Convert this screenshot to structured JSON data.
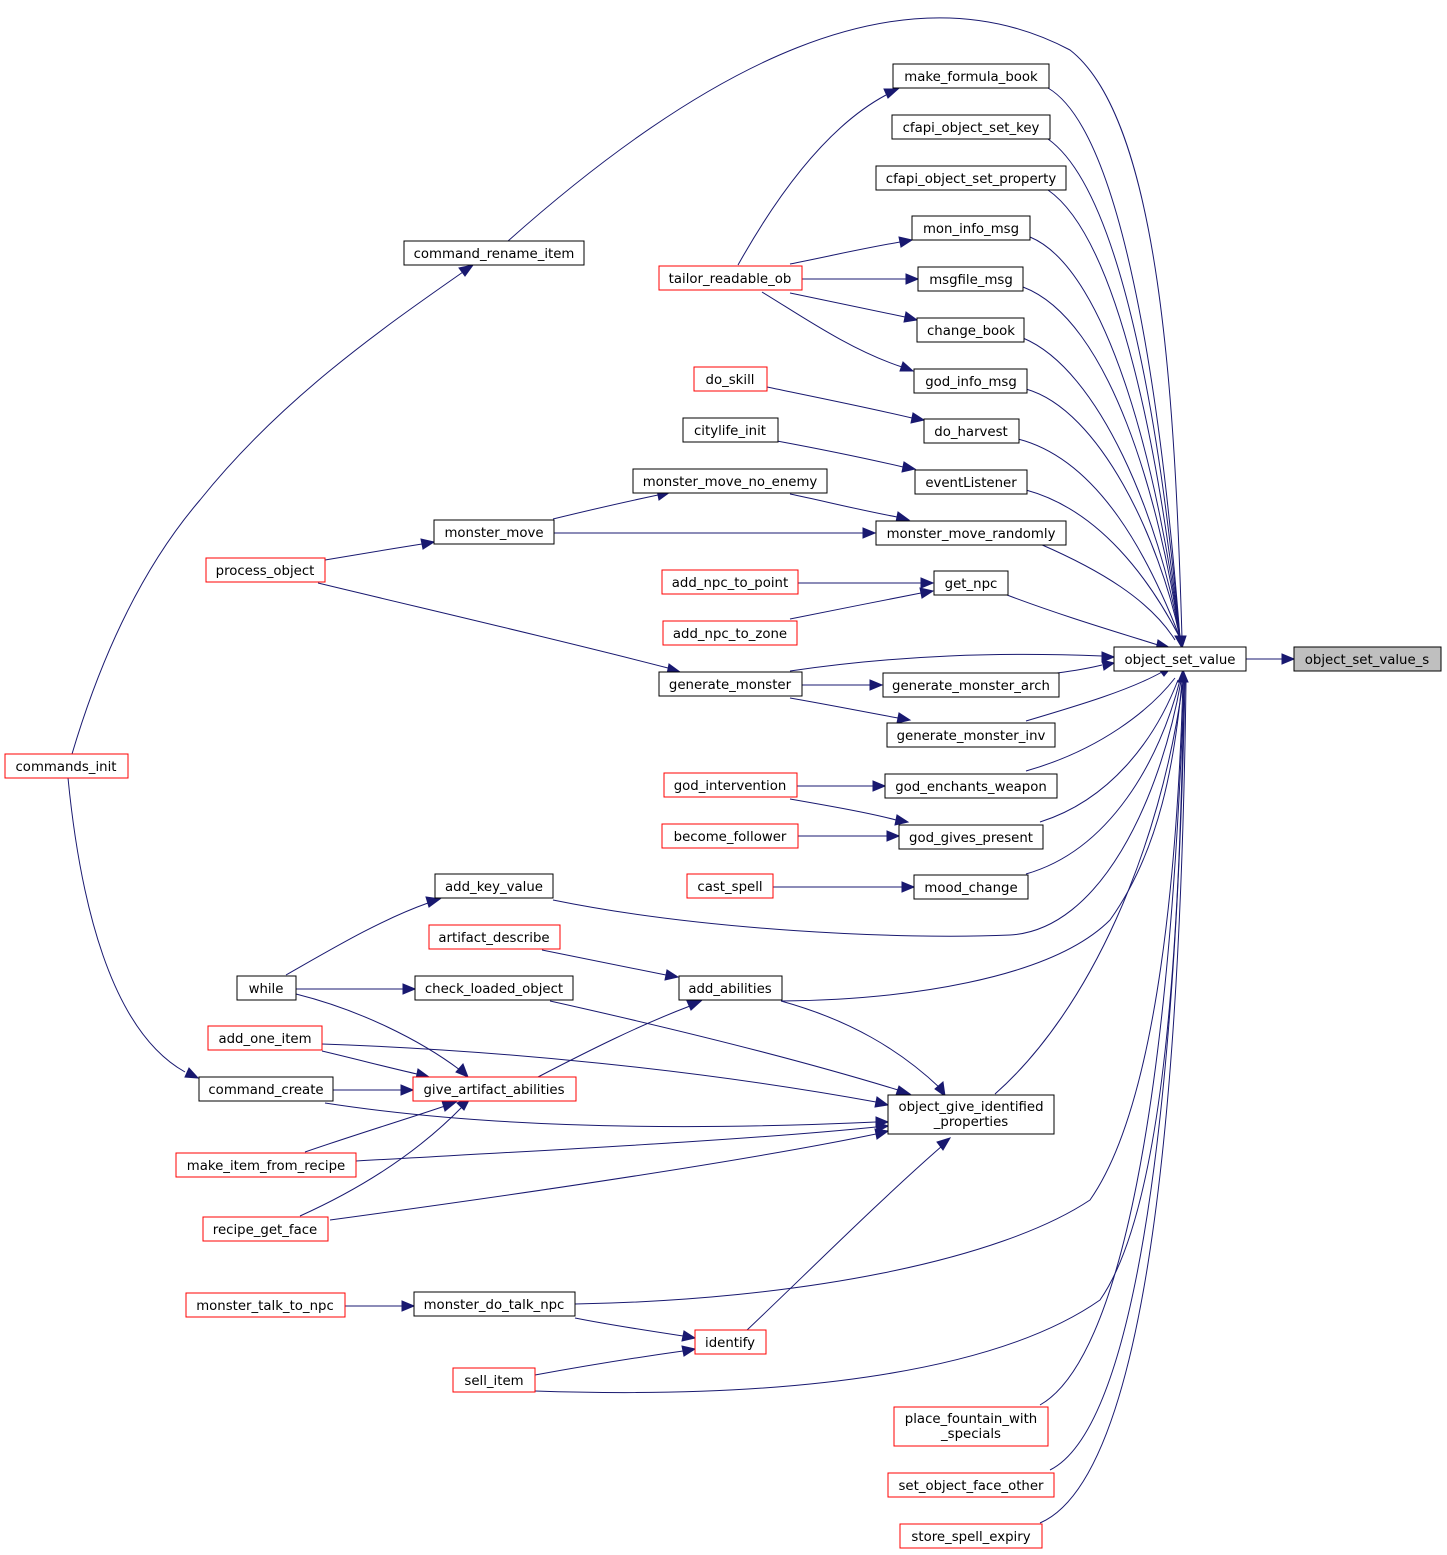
{
  "colors": {
    "edge": "#191970",
    "border_linked": "#000000",
    "border_unlinked": "#ff0000",
    "fill_focus": "#bfbfbf",
    "fill_default": "#ffffff"
  },
  "nodes": {
    "object_set_value_s": "object_set_value_s",
    "object_set_value": "object_set_value",
    "make_formula_book": "make_formula_book",
    "cfapi_object_set_key": "cfapi_object_set_key",
    "cfapi_object_set_property": "cfapi_object_set_property",
    "mon_info_msg": "mon_info_msg",
    "msgfile_msg": "msgfile_msg",
    "change_book": "change_book",
    "god_info_msg": "god_info_msg",
    "do_harvest": "do_harvest",
    "eventListener": "eventListener",
    "monster_move_randomly": "monster_move_randomly",
    "get_npc": "get_npc",
    "generate_monster_arch": "generate_monster_arch",
    "generate_monster_inv": "generate_monster_inv",
    "god_enchants_weapon": "god_enchants_weapon",
    "god_gives_present": "god_gives_present",
    "mood_change": "mood_change",
    "object_give_identified_properties_l1": "object_give_identified",
    "object_give_identified_properties_l2": "_properties",
    "place_fountain_with_specials_l1": "place_fountain_with",
    "place_fountain_with_specials_l2": "_specials",
    "set_object_face_other": "set_object_face_other",
    "store_spell_expiry": "store_spell_expiry",
    "tailor_readable_ob": "tailor_readable_ob",
    "do_skill": "do_skill",
    "citylife_init": "citylife_init",
    "monster_move_no_enemy": "monster_move_no_enemy",
    "monster_move": "monster_move",
    "add_npc_to_point": "add_npc_to_point",
    "add_npc_to_zone": "add_npc_to_zone",
    "generate_monster": "generate_monster",
    "god_intervention": "god_intervention",
    "become_follower": "become_follower",
    "cast_spell": "cast_spell",
    "artifact_describe": "artifact_describe",
    "add_abilities": "add_abilities",
    "identify": "identify",
    "command_rename_item": "command_rename_item",
    "process_object": "process_object",
    "add_key_value": "add_key_value",
    "check_loaded_object": "check_loaded_object",
    "give_artifact_abilities": "give_artifact_abilities",
    "monster_do_talk_npc": "monster_do_talk_npc",
    "commands_init": "commands_init",
    "while": "while",
    "add_one_item": "add_one_item",
    "command_create": "command_create",
    "make_item_from_recipe": "make_item_from_recipe",
    "recipe_get_face": "recipe_get_face",
    "monster_talk_to_npc": "monster_talk_to_npc",
    "sell_item": "sell_item"
  }
}
